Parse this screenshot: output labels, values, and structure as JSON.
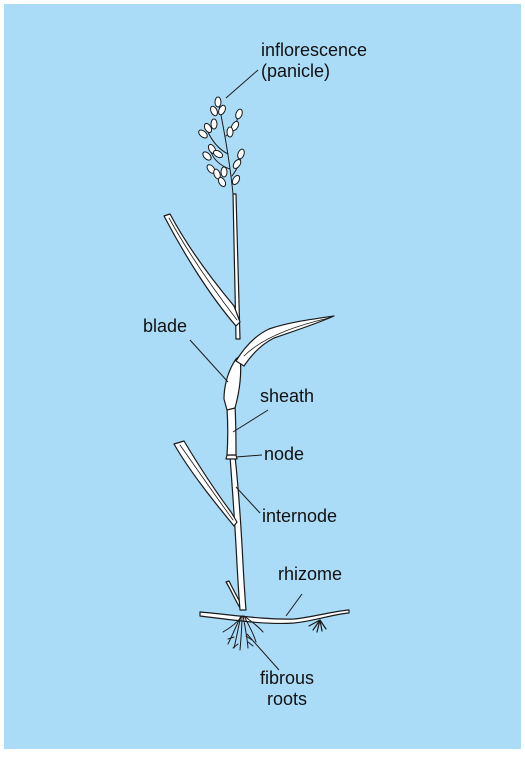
{
  "colors": {
    "background": "#aadcf8",
    "outline": "#1a1a1a",
    "plant_fill": "#ffffff"
  },
  "labels": {
    "inflorescence_line1": "inflorescence",
    "inflorescence_line2": "(panicle)",
    "blade": "blade",
    "sheath": "sheath",
    "node": "node",
    "internode": "internode",
    "rhizome": "rhizome",
    "fibrous_roots_line1": "fibrous",
    "fibrous_roots_line2": "roots"
  }
}
